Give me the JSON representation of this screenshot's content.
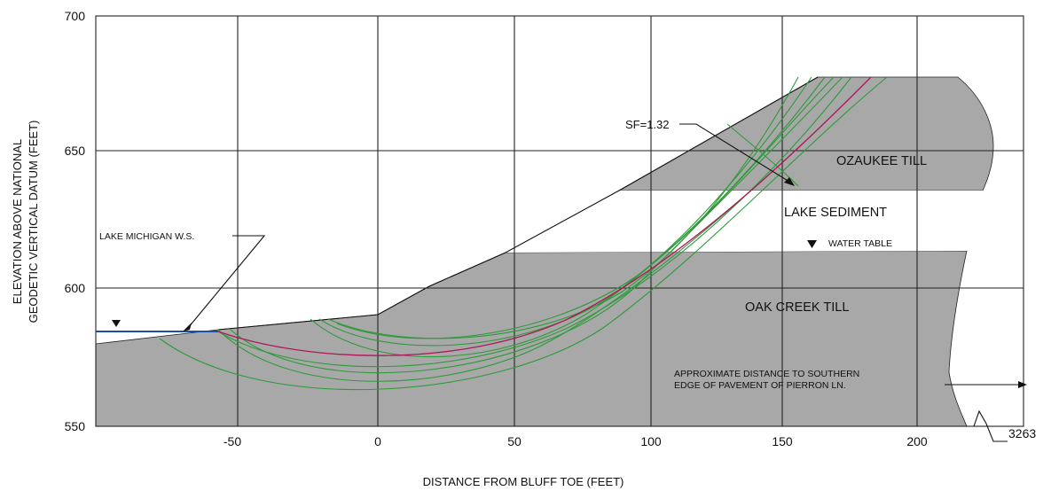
{
  "figure": {
    "y_axis_label_line1": "ELEVATION ABOVE NATIONAL",
    "y_axis_label_line2": "GEODETIC VERTICAL DATUM (FEET)",
    "x_axis_label": "DISTANCE FROM BLUFF TOE (FEET)",
    "y_ticks": [
      "700",
      "650",
      "600",
      "550"
    ],
    "x_ticks": [
      "-50",
      "0",
      "50",
      "100",
      "150",
      "200"
    ],
    "break_value": "3263"
  },
  "layers": {
    "ozaukee": "OZAUKEE TILL",
    "lake_sediment": "LAKE SEDIMENT",
    "oak_creek": "OAK CREEK TILL"
  },
  "annotations": {
    "safety_factor": "SF=1.32",
    "lake_ws": "LAKE MICHIGAN W.S.",
    "water_table": "WATER TABLE",
    "pavement_line1": "APPROXIMATE DISTANCE TO SOUTHERN",
    "pavement_line2": "EDGE OF PAVEMENT OF PIERRON LN."
  },
  "colors": {
    "till_fill": "#a8a8a8",
    "slip_surface": "#2e9a3a",
    "critical_surface": "#b0185a",
    "lake_water": "#1c4fa8"
  }
}
